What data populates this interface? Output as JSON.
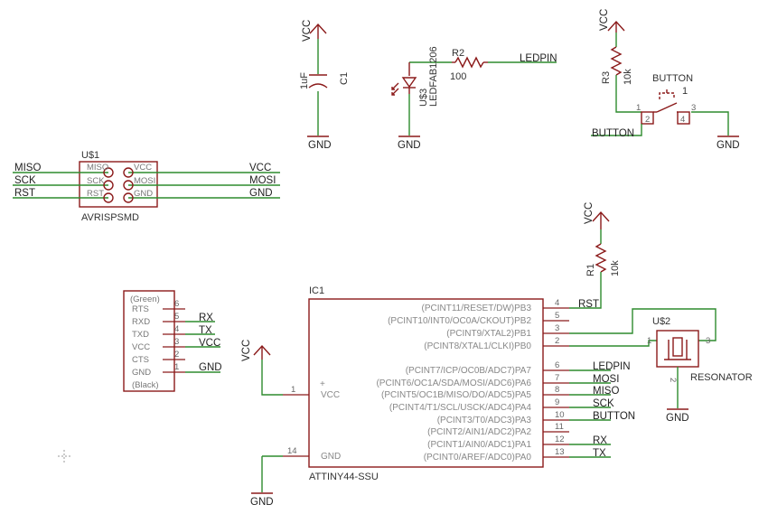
{
  "power": {
    "vcc": "VCC",
    "gnd": "GND"
  },
  "c1": {
    "name": "C1",
    "value": "1uF"
  },
  "led": {
    "name": "U$3",
    "value": "LEDFAB1206"
  },
  "r2": {
    "name": "R2",
    "value": "100",
    "net": "LEDPIN"
  },
  "r3": {
    "name": "R3",
    "value": "10k"
  },
  "button": {
    "name": "BUTTON",
    "label": "BUTTON",
    "pin_top": "1",
    "pin_left": "1",
    "pin_right": "3",
    "pin_bl": "2",
    "pin_br": "4",
    "net": "BUTTON"
  },
  "isp": {
    "name": "U$1",
    "value": "AVRISPSMD",
    "left_pins": [
      "MISO",
      "SCK",
      "RST"
    ],
    "right_pins": [
      "VCC",
      "MOSI",
      "GND"
    ],
    "left_nets": [
      "MISO",
      "SCK",
      "RST"
    ],
    "right_nets": [
      "VCC",
      "MOSI",
      "GND"
    ]
  },
  "r1": {
    "name": "R1",
    "value": "10k",
    "net": "RST"
  },
  "ftdi": {
    "top": "(Green)",
    "bottom": "(Black)",
    "pins": [
      "RTS",
      "RXD",
      "TXD",
      "VCC",
      "CTS",
      "GND"
    ],
    "nums": [
      "6",
      "5",
      "4",
      "3",
      "2",
      "1"
    ],
    "nets": [
      "RX",
      "TX",
      "VCC",
      "GND"
    ]
  },
  "ic1": {
    "name": "IC1",
    "value": "ATTINY44-SSU",
    "left_pins": [
      {
        "num": "1",
        "label": "VCC"
      },
      {
        "num": "14",
        "label": "GND"
      }
    ],
    "plus": "+",
    "right_pins": [
      {
        "label": "(PCINT11/RESET/DW)PB3",
        "num": "4",
        "net": "RST"
      },
      {
        "label": "(PCINT10/INT0/OC0A/CKOUT)PB2",
        "num": "5",
        "net": ""
      },
      {
        "label": "(PCINT9/XTAL2)PB1",
        "num": "3",
        "net": ""
      },
      {
        "label": "(PCINT8/XTAL1/CLKI)PB0",
        "num": "2",
        "net": ""
      },
      {
        "label": "(PCINT7/ICP/OC0B/ADC7)PA7",
        "num": "6",
        "net": "LEDPIN"
      },
      {
        "label": "(PCINT6/OC1A/SDA/MOSI/ADC6)PA6",
        "num": "7",
        "net": "MOSI"
      },
      {
        "label": "(PCINT5/OC1B/MISO/DO/ADC5)PA5",
        "num": "8",
        "net": "MISO"
      },
      {
        "label": "(PCINT4/T1/SCL/USCK/ADC4)PA4",
        "num": "9",
        "net": "SCK"
      },
      {
        "label": "(PCINT3/T0/ADC3)PA3",
        "num": "10",
        "net": "BUTTON"
      },
      {
        "label": "(PCINT2/AIN1/ADC2)PA2",
        "num": "11",
        "net": ""
      },
      {
        "label": "(PCINT1/AIN0/ADC1)PA1",
        "num": "12",
        "net": "RX"
      },
      {
        "label": "(PCINT0/AREF/ADC0)PA0",
        "num": "13",
        "net": "TX"
      }
    ]
  },
  "resonator": {
    "name": "U$2",
    "value": "RESONATOR",
    "p1": "1",
    "p2": "2",
    "p3": "3"
  },
  "cursor": "crosshair-icon"
}
